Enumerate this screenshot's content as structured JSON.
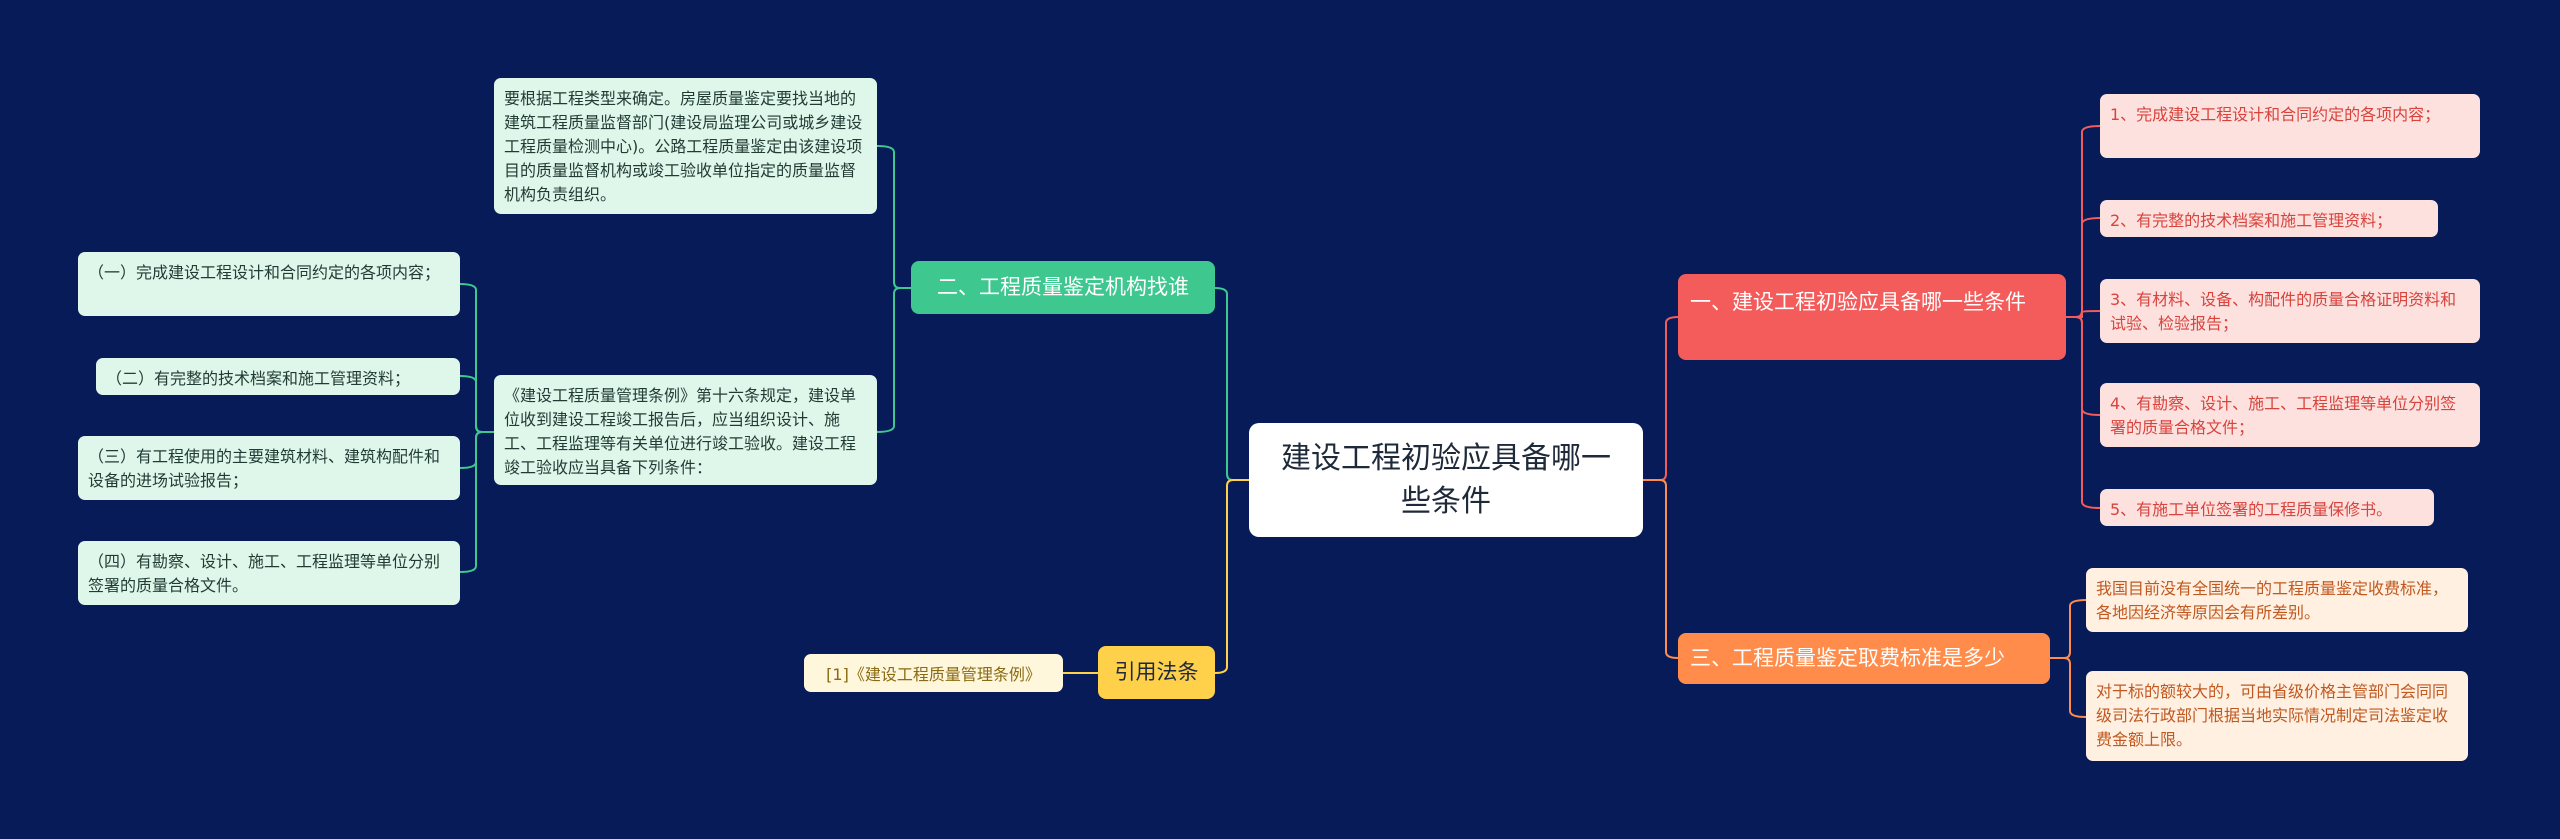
{
  "root": {
    "text": "建设工程初验应具备哪一些条件"
  },
  "branch_conditions": {
    "title": "一、建设工程初验应具备哪一些条件",
    "items": [
      "1、完成建设工程设计和合同约定的各项内容；",
      "2、有完整的技术档案和施工管理资料；",
      "3、有材料、设备、构配件的质量合格证明资料和试验、检验报告；",
      "4、有勘察、设计、施工、工程监理等单位分别签署的质量合格文件；",
      "5、有施工单位签署的工程质量保修书。"
    ]
  },
  "branch_fees": {
    "title": "三、工程质量鉴定取费标准是多少",
    "items": [
      "我国目前没有全国统一的工程质量鉴定收费标准，各地因经济等原因会有所差别。",
      "对于标的额较大的，可由省级价格主管部门会同同级司法行政部门根据当地实际情况制定司法鉴定收费金额上限。"
    ]
  },
  "branch_agency": {
    "title": "二、工程质量鉴定机构找谁",
    "item_agency": "要根据工程类型来确定。房屋质量鉴定要找当地的建筑工程质量监督部门(建设局监理公司或城乡建设工程质量检测中心)。公路工程质量鉴定由该建设项目的质量监督机构或竣工验收单位指定的质量监督机构负责组织。",
    "item_regulation": "《建设工程质量管理条例》第十六条规定，建设单位收到建设工程竣工报告后，应当组织设计、施工、工程监理等有关单位进行竣工验收。建设工程竣工验收应当具备下列条件：",
    "sub_items": [
      "（一）完成建设工程设计和合同约定的各项内容；",
      "（二）有完整的技术档案和施工管理资料；",
      "（三）有工程使用的主要建筑材料、建筑构配件和设备的进场试验报告；",
      "（四）有勘察、设计、施工、工程监理等单位分别签署的质量合格文件。"
    ]
  },
  "branch_citation": {
    "title": "引用法条",
    "item": "[1]《建设工程质量管理条例》"
  },
  "colors": {
    "background": "#061b57",
    "red": "#f45b5b",
    "orange": "#ff8c4a",
    "green": "#3ec78e",
    "yellow": "#ffd04a"
  }
}
